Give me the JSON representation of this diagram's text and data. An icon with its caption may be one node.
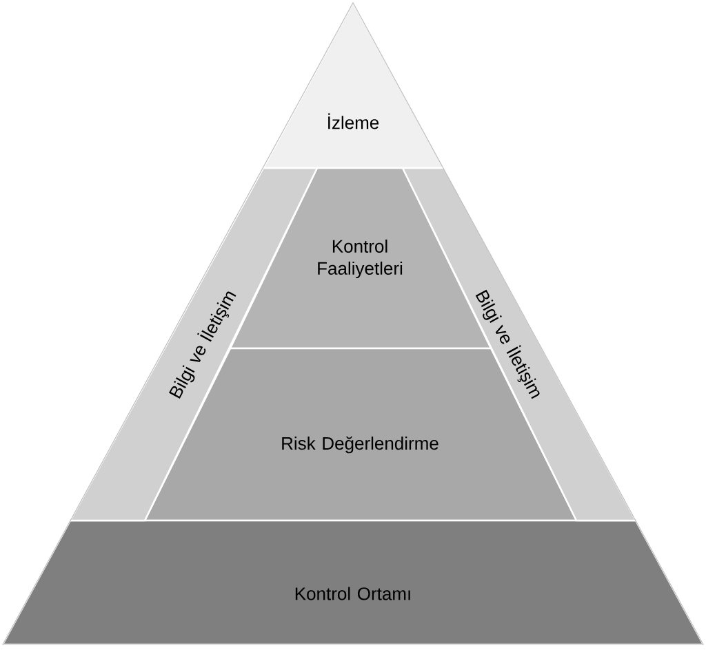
{
  "diagram": {
    "nodes": [
      {
        "text": [
          "İzleme"
        ]
      },
      {
        "text": [
          "Kontrol Faaliyetleri"
        ]
      },
      {
        "text": [
          "Risk Değerlendirme"
        ]
      },
      {
        "text": [
          "Kontrol Ortamı"
        ]
      },
      {
        "text": [
          "Bilgi ve İletişim"
        ]
      },
      {
        "text": [
          "Bilgi ve İletişim"
        ]
      }
    ]
  }
}
